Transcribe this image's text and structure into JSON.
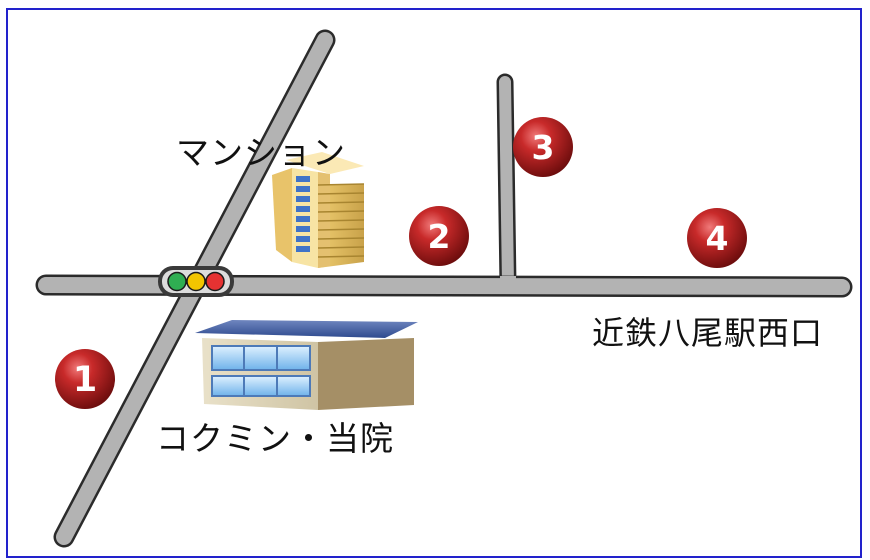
{
  "map": {
    "labels": {
      "mansion": "マンション",
      "clinic": "コクミン・当院",
      "station": "近鉄八尾駅西口"
    },
    "markers": [
      "1",
      "2",
      "3",
      "4"
    ],
    "colors": {
      "border": "#2222cc",
      "road": "#b3b3b3",
      "road_outline": "#2b2b2b",
      "marker": "#b51f1f",
      "signal_green": "#2fae52",
      "signal_yellow": "#f2c500",
      "signal_red": "#e53232"
    }
  }
}
